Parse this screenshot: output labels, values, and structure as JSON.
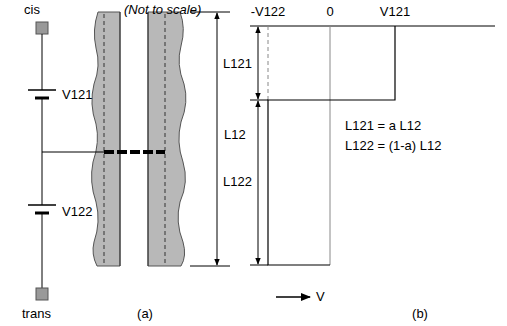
{
  "diagram": {
    "labels": [
      "cis",
      "(Not to scale)",
      "V121",
      "V122",
      "trans",
      "L12",
      "(a)",
      "-V122",
      "0",
      "V121",
      "L121",
      "L122",
      "L121 = a L12",
      "L122 = (1-a) L12",
      "V",
      "(b)"
    ]
  }
}
